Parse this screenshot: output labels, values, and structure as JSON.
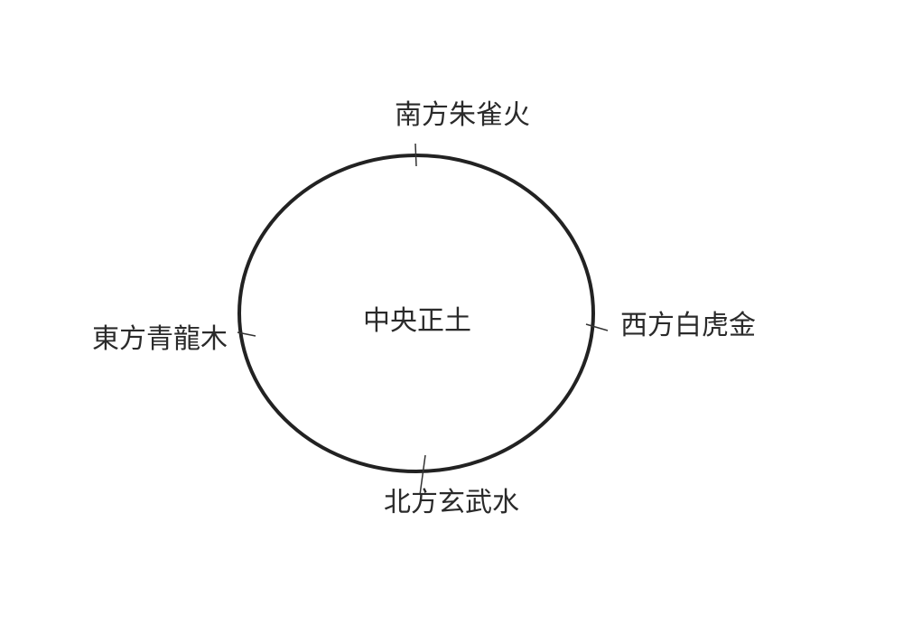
{
  "diagram": {
    "center_label": "中央正土",
    "directions": {
      "south": "南方朱雀火",
      "west": "西方白虎金",
      "east": "東方青龍木",
      "north": "北方玄武水"
    },
    "stroke_color": "#222222"
  }
}
